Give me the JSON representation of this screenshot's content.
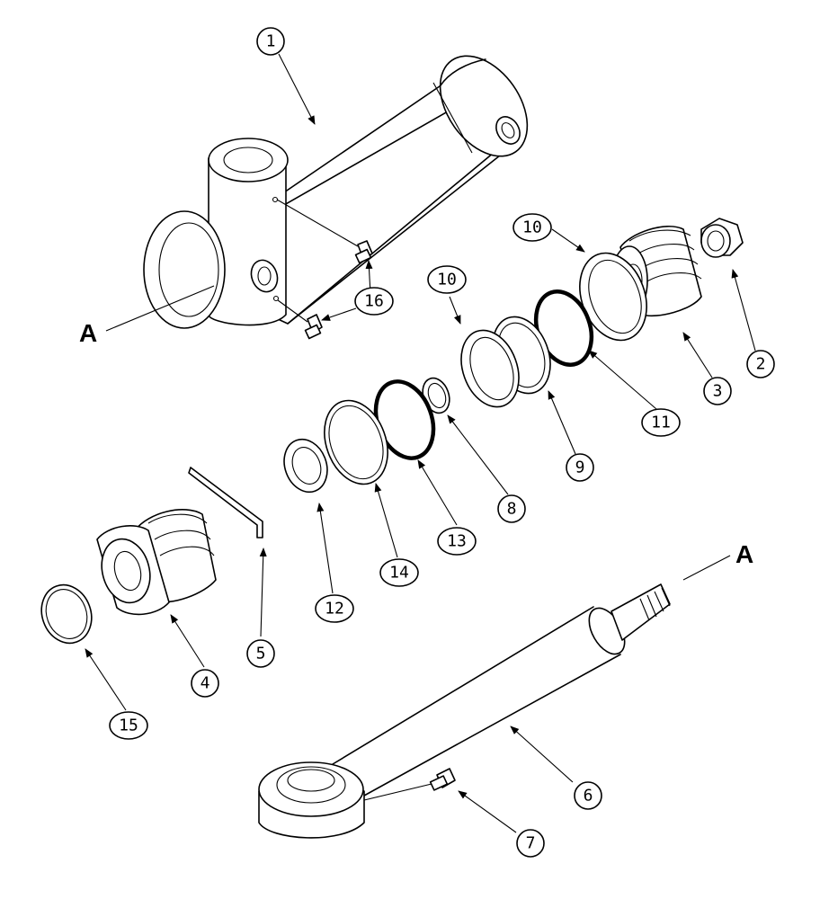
{
  "diagram": {
    "section_labels": {
      "left": "A",
      "right": "A"
    },
    "callouts": {
      "c1": "1",
      "c2": "2",
      "c3": "3",
      "c4": "4",
      "c5": "5",
      "c6": "6",
      "c7": "7",
      "c8": "8",
      "c9": "9",
      "c10a": "10",
      "c10b": "10",
      "c11": "11",
      "c12": "12",
      "c13": "13",
      "c14": "14",
      "c15": "15",
      "c16": "16"
    }
  }
}
